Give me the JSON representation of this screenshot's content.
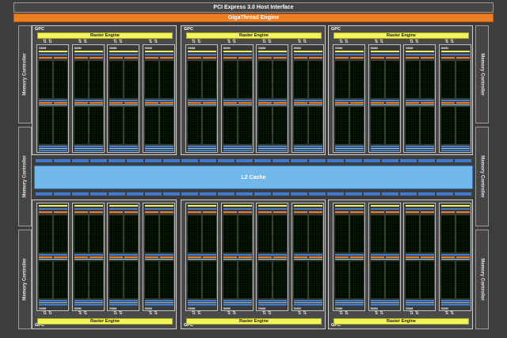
{
  "header": {
    "pcie": "PCI Express 3.0 Host Interface",
    "gigathread": "GigaThread Engine"
  },
  "l2": "L2 Cache",
  "memory_controller": "Memory Controller",
  "gpc_label": "GPC",
  "raster_label": "Raster Engine",
  "smm_label": "SMM",
  "colors": {
    "background": "#3d3d3d",
    "gigathread": "#ef7d22",
    "l2": "#72b9ea",
    "raster": "#f2f25a",
    "cores": "#2ec42e",
    "blue_units": "#3e7dcf"
  }
}
